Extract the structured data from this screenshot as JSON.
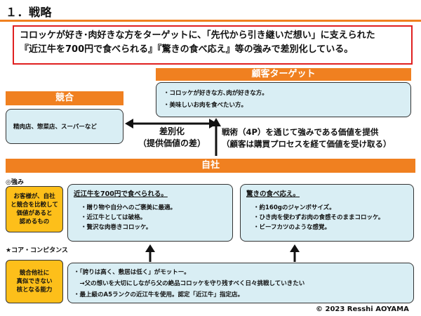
{
  "title": "１．戦略",
  "summary": {
    "line1": "コロッケが好き･肉好きな方をターゲットに、「先代から引き継いだ想い」に支えられた",
    "line2": "『近江牛を700円で食べられる』『驚きの食べ応え』等の強みで差別化している。"
  },
  "target": {
    "header": "顧客ターゲット",
    "items": [
      "・コロッケが好きな方､肉が好きな方。",
      "・美味しいお肉を食べたい方。"
    ]
  },
  "competition": {
    "header": "競合",
    "text": "精肉店、惣菜店、スーパーなど"
  },
  "differentiation": {
    "line1": "差別化",
    "line2": "（提供価値の差）"
  },
  "tactics": {
    "line1": "戦術（4P）を通じて強みである価値を提供",
    "line2": "（顧客は購買プロセスを経て価値を受け取る）"
  },
  "own": {
    "header": "自社"
  },
  "strengths": {
    "label": "◎強み",
    "side": [
      "お客様が、自社",
      "と競合を比較して",
      "価値があると",
      "認めるもの"
    ],
    "box1": {
      "title": "近江牛を700円で食べられる。",
      "items": [
        "・贈り物や自分へのご褒美に最適。",
        "・近江牛としては破格。",
        "・贅沢な肉巻きコロッケ。"
      ]
    },
    "box2": {
      "title": "驚きの食べ応え。",
      "items": [
        "・約160gのジャンボサイズ。",
        "・ひき肉を使わずお肉の食感そのままコロッケ。",
        "・ビーフカツのような感覚。"
      ]
    }
  },
  "core": {
    "label": "★コア・コンピタンス",
    "side": [
      "競合他社に",
      "真似できない",
      "核となる能力"
    ],
    "items": [
      "・「誇りは高く、敷居は低く」がモットー。",
      "　→父の想いを大切にしながら父の絶品コロッケを守り残すべく日々挑戦していきたい",
      "・最上級のA5ランクの近江牛を使用。認定「近江牛」指定店。"
    ]
  },
  "copyright": "© 2023 Resshi AOYAMA",
  "colors": {
    "accent": "#f08020",
    "box": "#d9eef4",
    "highlight": "#fdbf1a",
    "border_red": "#e02020"
  }
}
